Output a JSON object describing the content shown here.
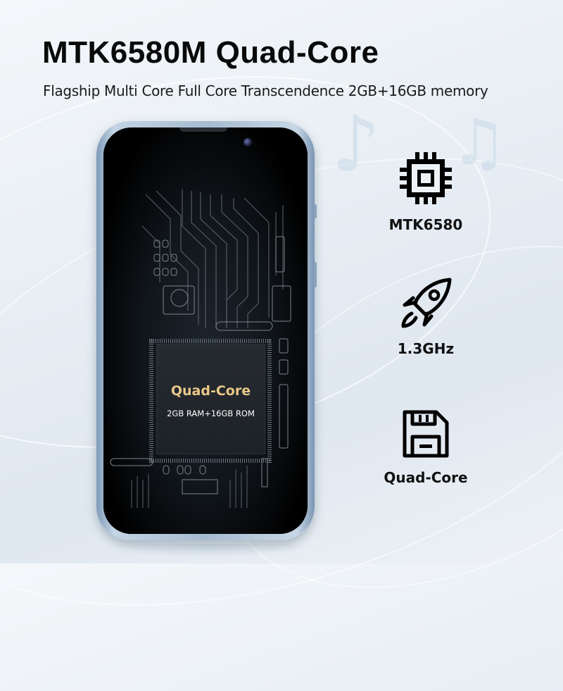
{
  "header": {
    "title": "MTK6580M Quad-Core",
    "subtitle": "Flagship Multi Core Full Core Transcendence 2GB+16GB memory"
  },
  "phone": {
    "screen": {
      "chip_title": "Quad-Core",
      "chip_subtitle": "2GB RAM+16GB ROM"
    }
  },
  "features": [
    {
      "icon": "cpu-chip-icon",
      "label": "MTK6580"
    },
    {
      "icon": "rocket-icon",
      "label": "1.3GHz"
    },
    {
      "icon": "floppy-disk-icon",
      "label": "Quad-Core"
    }
  ],
  "colors": {
    "chip_title": "#e9c987",
    "text": "#0a0a0a",
    "phone_frame": "#a6bbd0",
    "background": "#e8eef4"
  }
}
